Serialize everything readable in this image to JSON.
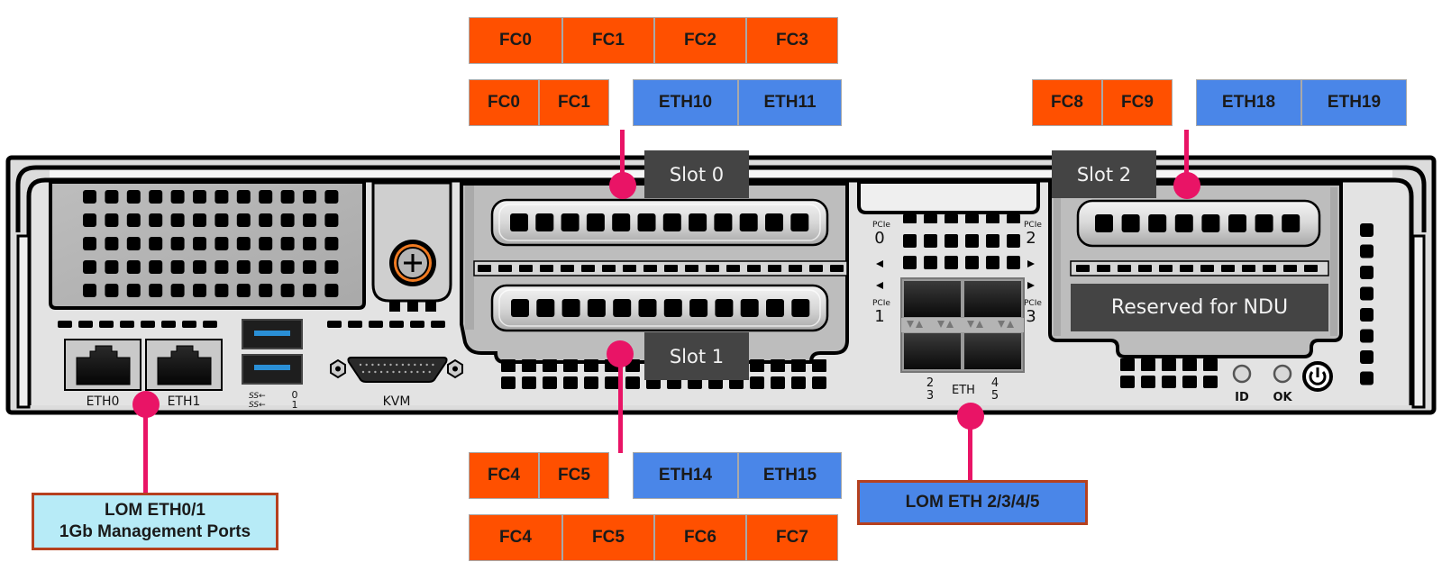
{
  "diagram": {
    "title": "Controller rear panel port map",
    "colors": {
      "fc": "#ff5000",
      "eth": "#4a86e8",
      "leader": "#e91466",
      "slot_label_bg": "#444444",
      "callout_lom01_bg": "#b7ebf7",
      "callout_lom2345_bg": "#4a86e8",
      "callout_border": "#b6401e",
      "usb_accent": "#2a8fd6",
      "screw_ring": "#f07a21"
    },
    "slot0": {
      "label": "Slot 0",
      "config_a": {
        "ports": [
          "FC0",
          "FC1",
          "FC2",
          "FC3"
        ],
        "types": [
          "fc",
          "fc",
          "fc",
          "fc"
        ]
      },
      "config_b": {
        "ports": [
          "FC0",
          "FC1",
          "ETH10",
          "ETH11"
        ],
        "types": [
          "fc",
          "fc",
          "eth",
          "eth"
        ]
      }
    },
    "slot1": {
      "label": "Slot 1",
      "config_b": {
        "ports": [
          "FC4",
          "FC5",
          "ETH14",
          "ETH15"
        ],
        "types": [
          "fc",
          "fc",
          "eth",
          "eth"
        ]
      },
      "config_a": {
        "ports": [
          "FC4",
          "FC5",
          "FC6",
          "FC7"
        ],
        "types": [
          "fc",
          "fc",
          "fc",
          "fc"
        ]
      }
    },
    "slot2": {
      "label": "Slot 2",
      "config_b": {
        "ports": [
          "FC8",
          "FC9",
          "ETH18",
          "ETH19"
        ],
        "types": [
          "fc",
          "fc",
          "eth",
          "eth"
        ]
      }
    },
    "ndu_label": "Reserved for NDU",
    "callouts": {
      "lom01": {
        "line1": "LOM ETH0/1",
        "line2": "1Gb Management Ports"
      },
      "lom2345": {
        "line1": "LOM ETH 2/3/4/5"
      }
    },
    "panel_labels": {
      "eth0": "ETH0",
      "eth1": "ETH1",
      "usb_icon": "SS←",
      "usb_0": "0",
      "usb_1": "1",
      "kvm": "KVM",
      "pcie": "PCIe",
      "pcie0": "0",
      "pcie1": "1",
      "pcie2": "2",
      "pcie3": "3",
      "eth_group": "ETH",
      "eth_2": "2",
      "eth_3": "3",
      "eth_4": "4",
      "eth_5": "5",
      "led_id": "ID",
      "led_ok": "OK"
    }
  }
}
